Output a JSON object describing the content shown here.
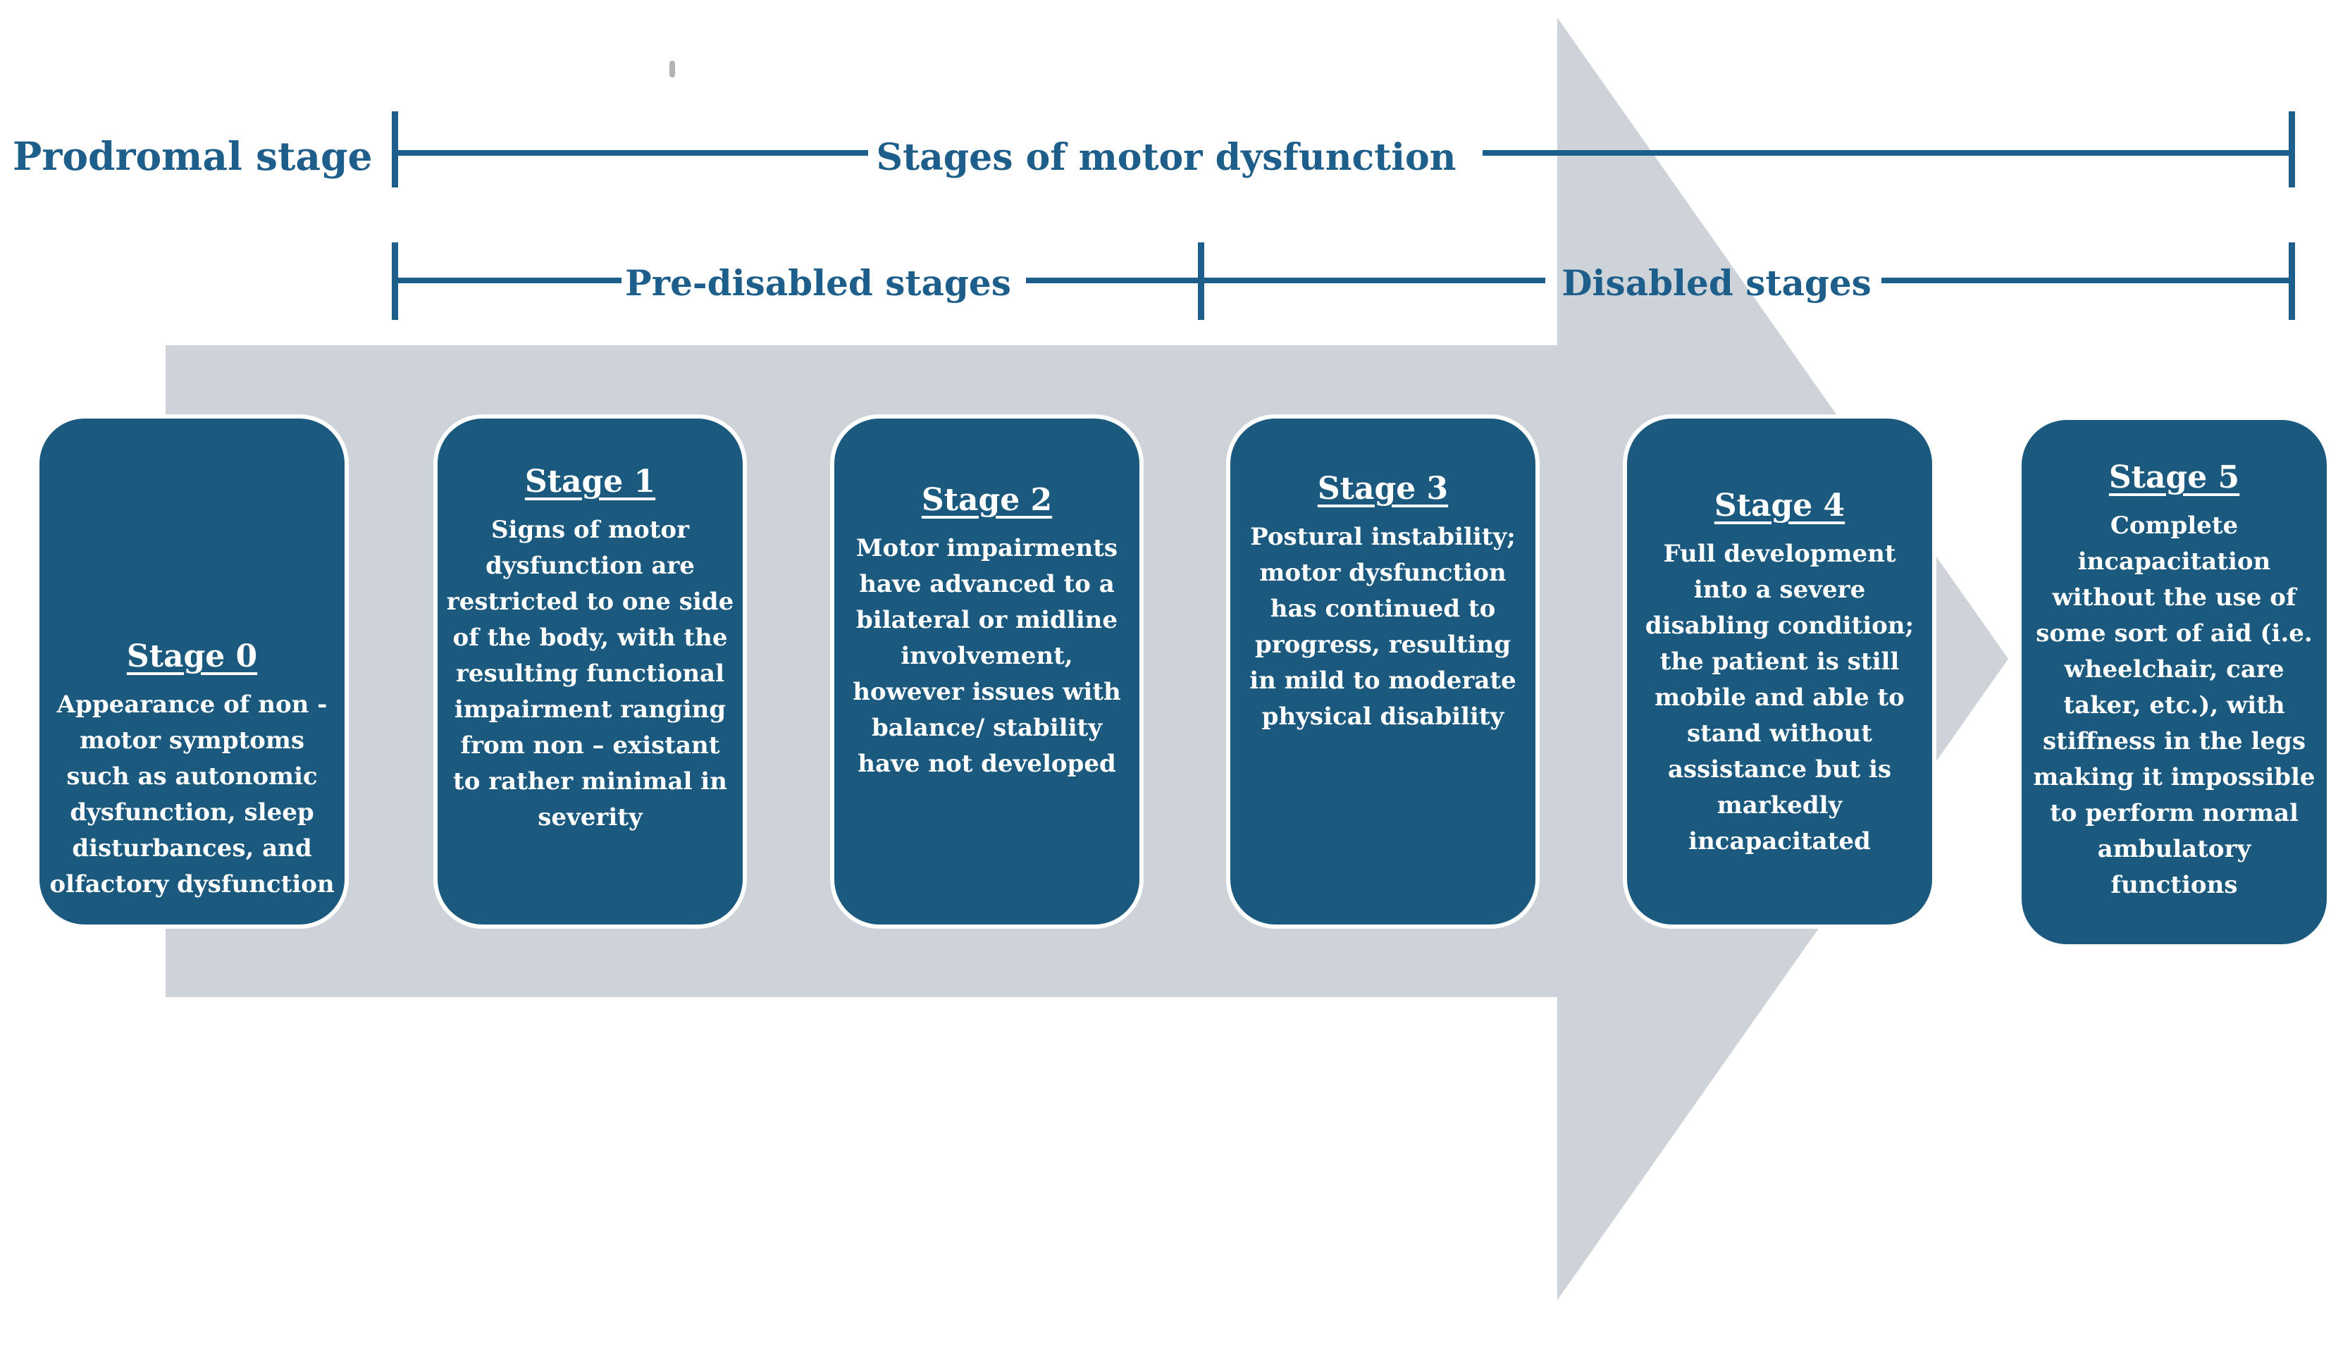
{
  "header": {
    "prodromal_label": "Prodromal stage",
    "motor_dysfunction_label": "Stages of motor dysfunction",
    "pre_disabled_label": "Pre-disabled stages",
    "disabled_label": "Disabled stages"
  },
  "stages": [
    {
      "title": "Stage 0",
      "description": "Appearance of non - motor symptoms such as autonomic dysfunction, sleep disturbances, and olfactory dysfunction"
    },
    {
      "title": "Stage 1",
      "description": "Signs of motor dysfunction are restricted to one side of the body, with the resulting functional impairment ranging from non – existant to rather minimal in severity"
    },
    {
      "title": "Stage 2",
      "description": "Motor impairments have advanced to a bilateral or midline involvement, however issues with balance/ stability have not developed"
    },
    {
      "title": "Stage 3",
      "description": "Postural instability; motor dysfunction has continued to progress, resulting in mild to moderate physical disability"
    },
    {
      "title": "Stage 4",
      "description": "Full development into a severe disabling condition; the patient is still mobile and able to stand without assistance but is markedly incapacitated"
    },
    {
      "title": "Stage 5",
      "description": "Complete incapacitation without the use of some sort of aid (i.e. wheelchair, care taker, etc.), with stiffness in the legs making it impossible to perform normal ambulatory functions"
    }
  ],
  "colors": {
    "accent": "#1e5e8a",
    "box_fill": "#1b5a7e",
    "arrow_gray": "#ced3d9",
    "box_text": "#ffffff",
    "background": "#ffffff"
  }
}
